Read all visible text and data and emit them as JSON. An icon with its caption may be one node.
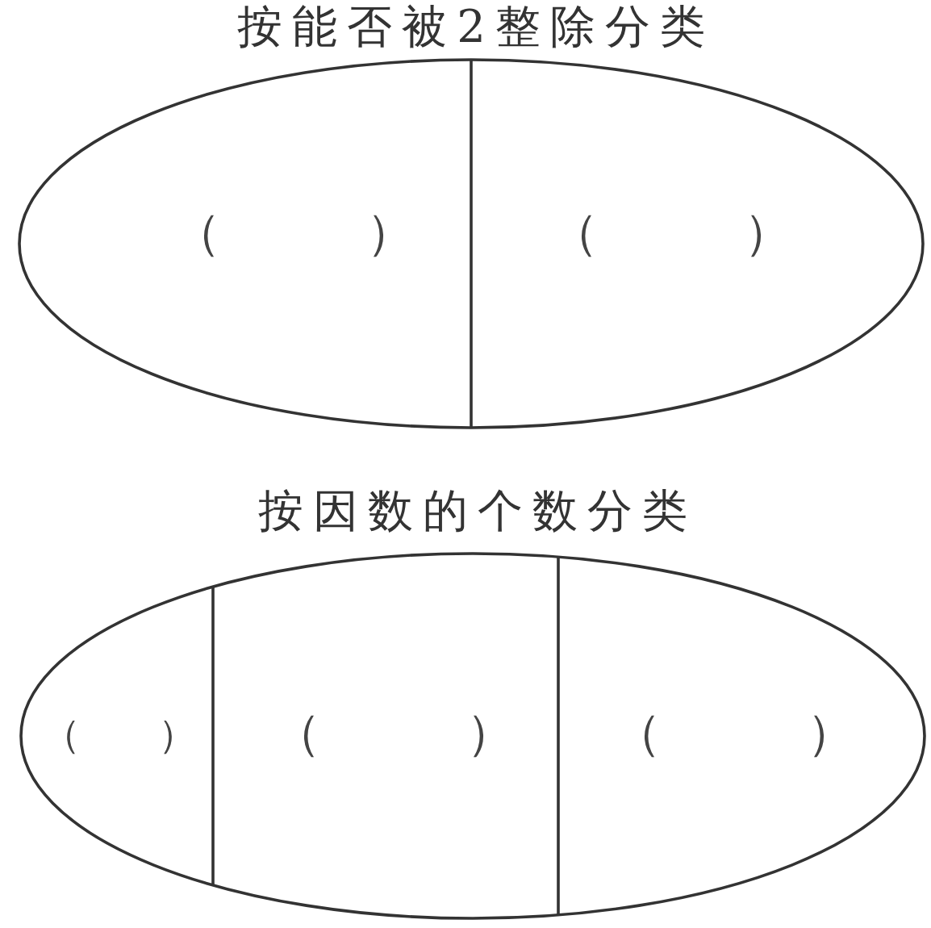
{
  "diagram": {
    "nodes": [
      {
        "text": [
          "按能否被2整除分类"
        ]
      },
      {
        "text": [
          "（　　　）"
        ],
        "in": 0
      },
      {
        "text": [
          "（　　　）"
        ],
        "in": 0
      },
      {
        "text": [
          "按因数的个数分类"
        ]
      },
      {
        "text": [
          "（　　）"
        ],
        "in": 3
      },
      {
        "text": [
          "（　　　）"
        ],
        "in": 3
      },
      {
        "text": [
          "（　　　）"
        ],
        "in": 3
      }
    ]
  }
}
